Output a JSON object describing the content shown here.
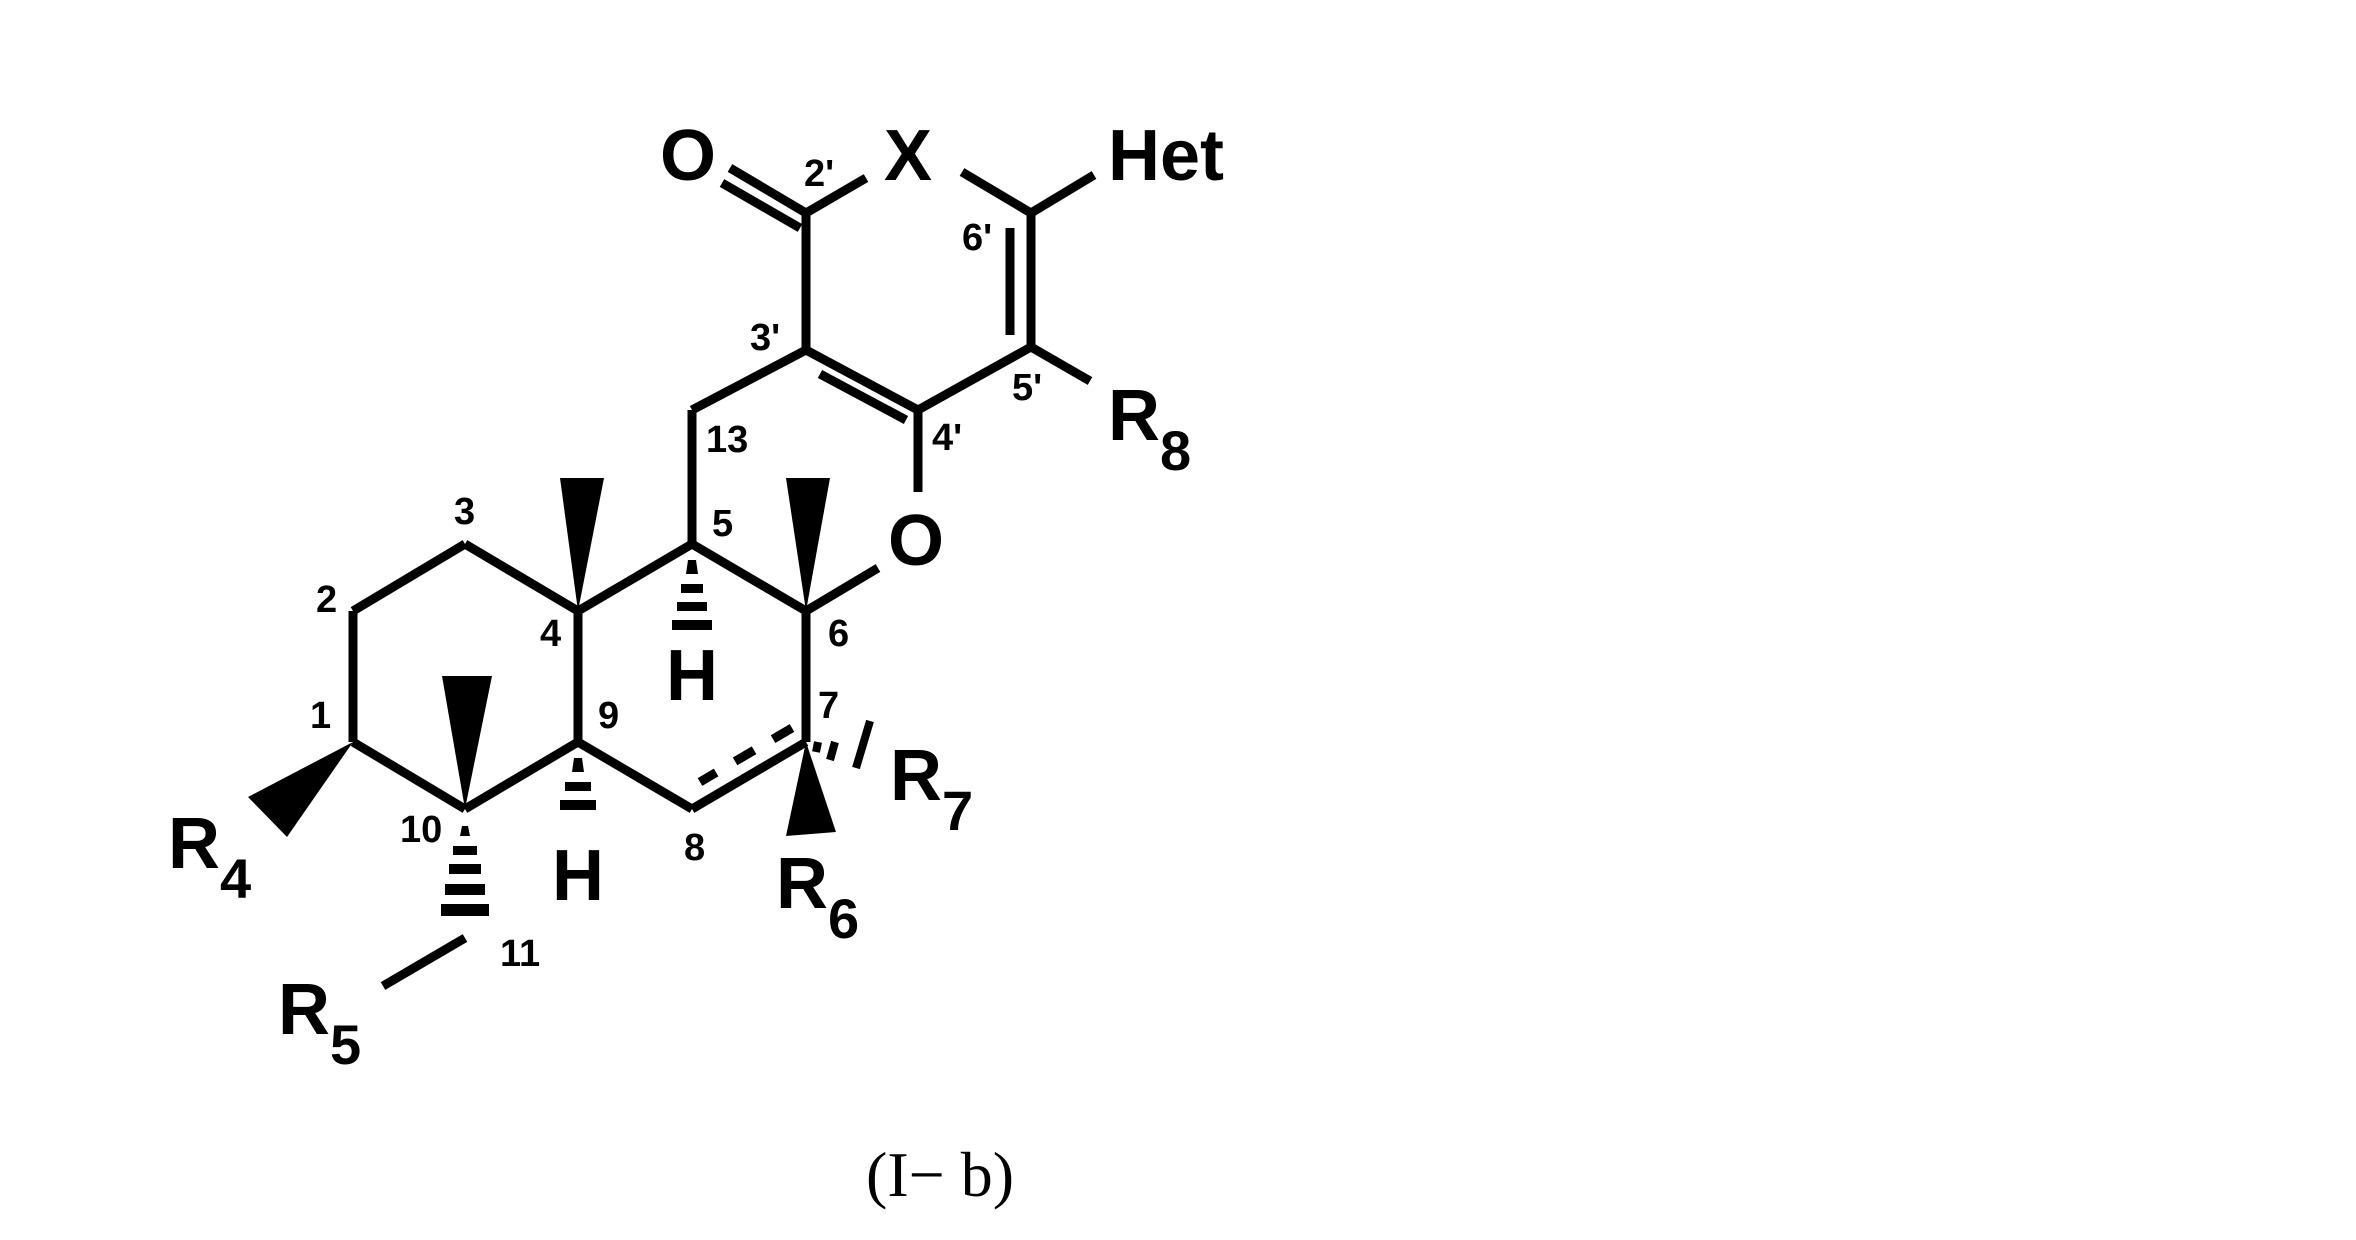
{
  "figure": {
    "caption": "(I− b)",
    "colors": {
      "ink": "#000000",
      "background": "#ffffff"
    }
  },
  "atoms": {
    "carbonyl_o": "O",
    "x": "X",
    "het": "Het",
    "ring_o": "O",
    "h5": "H",
    "h9": "H"
  },
  "substituents": {
    "r4": {
      "base": "R",
      "sub": "4"
    },
    "r5": {
      "base": "R",
      "sub": "5"
    },
    "r6": {
      "base": "R",
      "sub": "6"
    },
    "r7": {
      "base": "R",
      "sub": "7"
    },
    "r8": {
      "base": "R",
      "sub": "8"
    }
  },
  "locants": {
    "c1": "1",
    "c2": "2",
    "c3": "3",
    "c4": "4",
    "c5": "5",
    "c6": "6",
    "c7": "7",
    "c8": "8",
    "c9": "9",
    "c10": "10",
    "c11": "11",
    "c13": "13",
    "c2p": "2'",
    "c3p": "3'",
    "c4p": "4'",
    "c5p": "5'",
    "c6p": "6'"
  }
}
